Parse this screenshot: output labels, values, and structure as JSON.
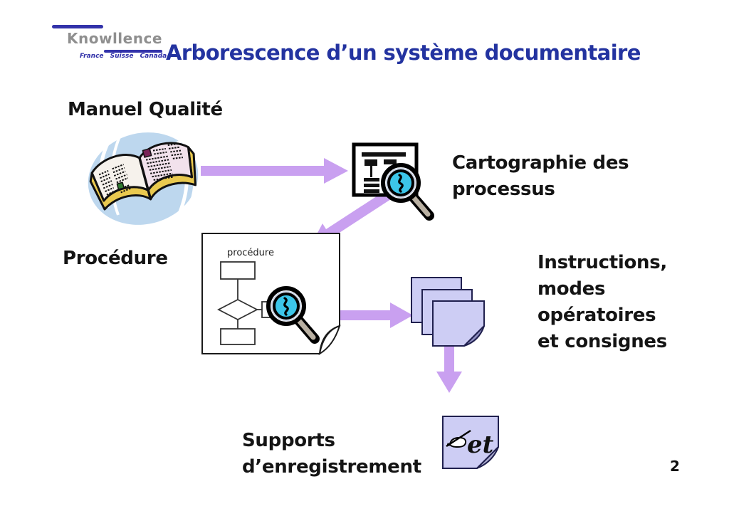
{
  "slide": {
    "title": "Arborescence d’un système documentaire",
    "page_number": "2"
  },
  "logo": {
    "name": "Knowllence",
    "countries": "France  Suisse  Canada"
  },
  "nodes": {
    "manuel_qualite": "Manuel Qualité",
    "cartographie": "Cartographie des\nprocessus",
    "procedure": "Procédure",
    "instructions": "Instructions,\nmodes\nopératoires\net consignes",
    "supports": "Supports\nd’enregistrement"
  },
  "diagram": {
    "procedure_doc_label": "procédure",
    "note_label": "et",
    "icons": [
      "open-book-icon",
      "process-map-doc-icon",
      "magnifier-icon",
      "procedure-doc-icon",
      "stacked-sheets-icon",
      "writing-note-icon"
    ]
  },
  "colors": {
    "title_blue": "#2333A0",
    "logo_bar_blue": "#3333AA",
    "logo_gray": "#8F8F8F",
    "arrow": "#C9A0F0",
    "sheet_fill": "#CDCDF4",
    "sheet_border": "#20204E",
    "globe_cyan": "#3CC6EA",
    "blob_blue": "#BDD7EE",
    "page_edge_yellow": "#E9C94F",
    "text_black": "#141414"
  }
}
